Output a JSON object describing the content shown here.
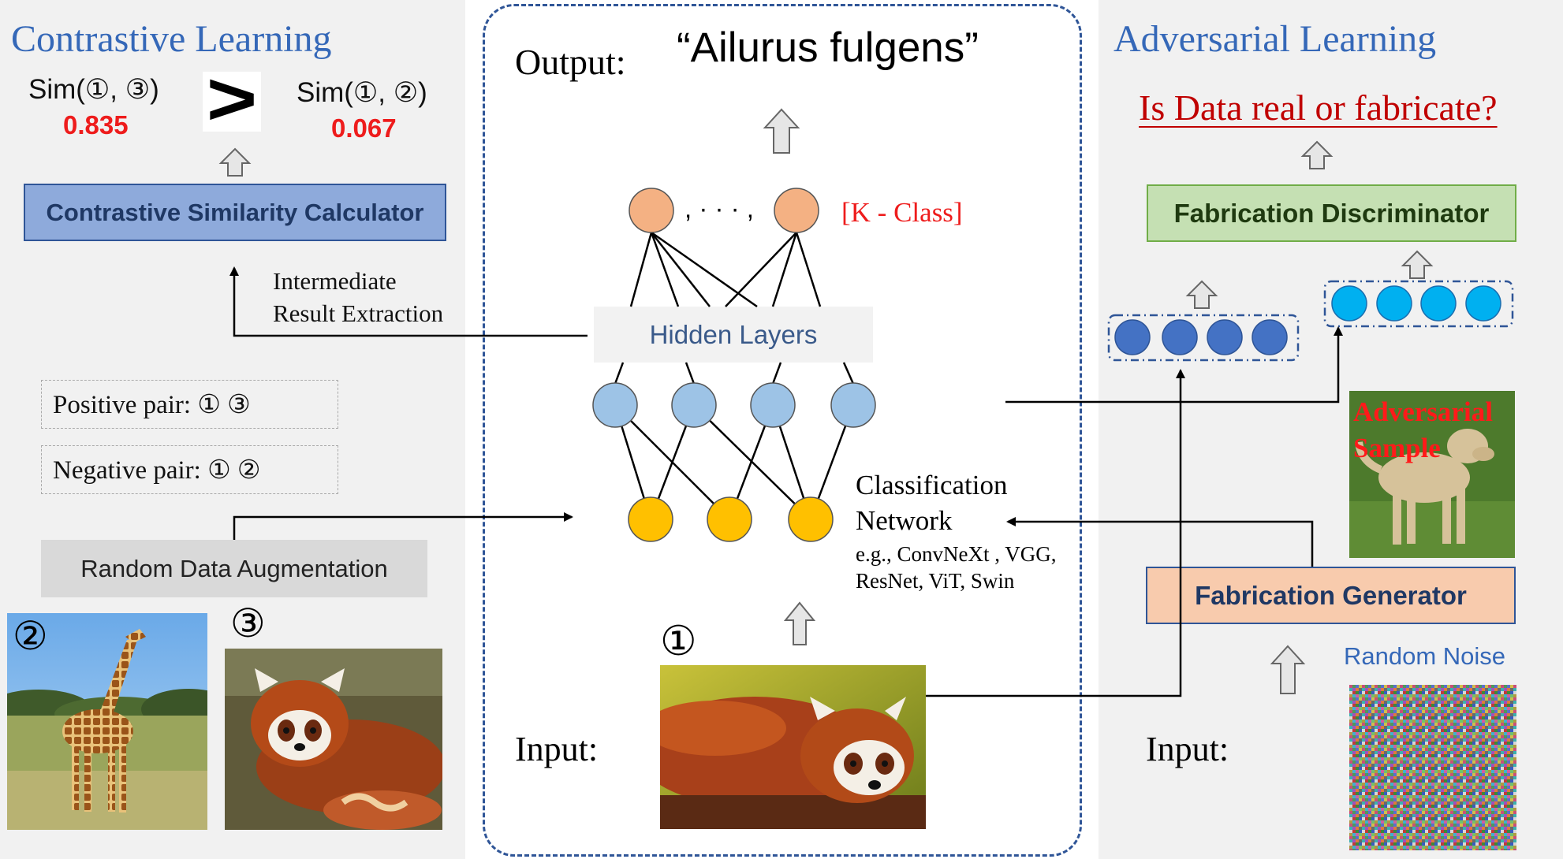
{
  "contrastive": {
    "title": "Contrastive Learning",
    "sim13_label": "Sim(①, ③)",
    "sim13_value": "0.835",
    "sim12_label": "Sim(①, ②)",
    "sim12_value": "0.067",
    "greater_symbol": ">",
    "calculator_label": "Contrastive Similarity Calculator",
    "extraction_label": "Intermediate\nResult Extraction",
    "positive_pair": "Positive pair:  ①  ③",
    "negative_pair": "Negative pair: ①  ②",
    "augmentation_label": "Random Data Augmentation",
    "image2_marker": "②",
    "image3_marker": "③"
  },
  "center": {
    "output_label": "Output:",
    "output_value": "“Ailurus fulgens”",
    "k_class_label": "[K - Class]",
    "ellipsis": ", · · · ,",
    "hidden_layers_label": "Hidden Layers",
    "network_title_line1": "Classification",
    "network_title_line2": "Network",
    "network_examples_line1": "e.g., ConvNeXt , VGG,",
    "network_examples_line2": "ResNet, ViT, Swin",
    "input_label": "Input:",
    "image1_marker": "①"
  },
  "adversarial": {
    "title": "Adversarial Learning",
    "question": "Is Data real or fabricate?",
    "discriminator_label": "Fabrication Discriminator",
    "generator_label": "Fabrication Generator",
    "noise_label": "Random Noise",
    "adversarial_sample_line1": "Adversarial",
    "adversarial_sample_line2": "Sample",
    "input_label": "Input:"
  },
  "colors": {
    "panel_bg": "#f1f1f1",
    "title_blue": "#3568b8",
    "value_red": "#ee1c1c",
    "calculator_fill": "#8eaadb",
    "discriminator_fill": "#c5e0b3",
    "generator_fill": "#f8cbad",
    "output_node": "#f4b183",
    "hidden_node": "#9dc3e6",
    "input_node": "#ffc000",
    "left_vector_node": "#4472c4",
    "right_vector_node": "#00b0f0"
  }
}
